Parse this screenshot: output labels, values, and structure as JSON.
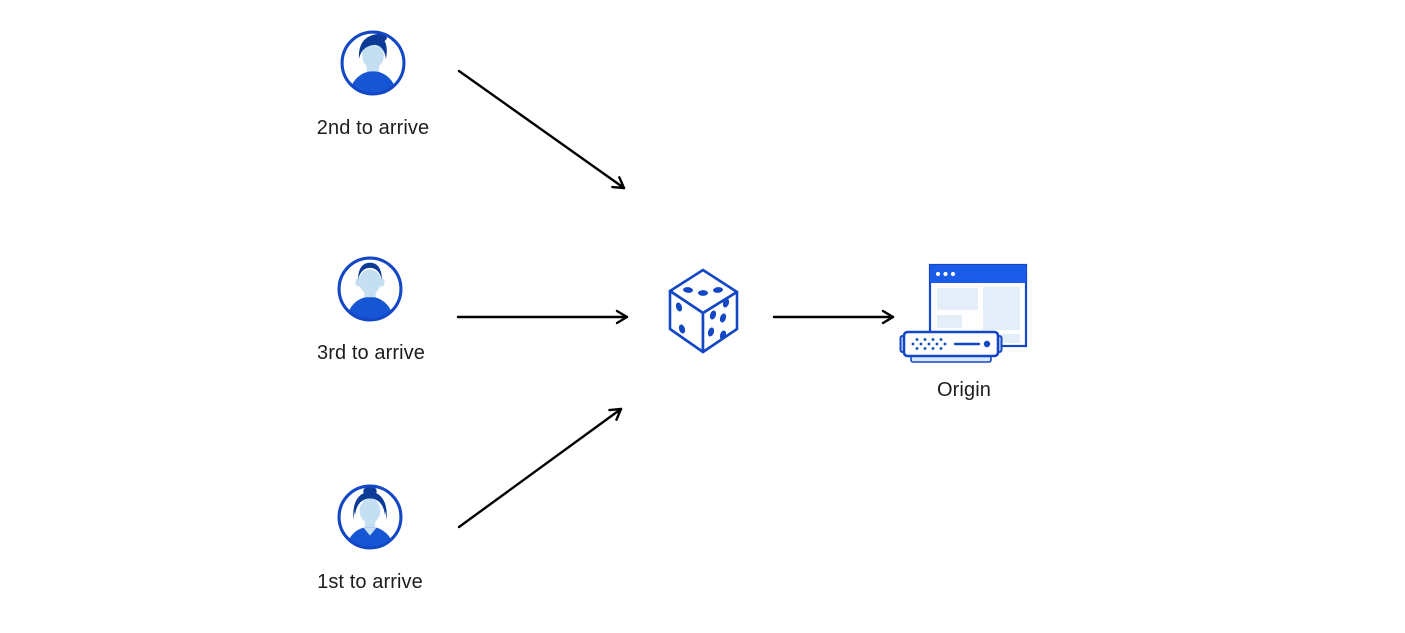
{
  "page": {
    "background": "#FFFFFF",
    "description": "Flow diagram: three visitors arriving in different order are routed through a dice (random selection) to a single Origin server"
  },
  "colors": {
    "primary-blue": "#1347C5",
    "titlebar-blue": "#1A5BE8",
    "light-blue": "#E4EEF9",
    "lighter-blue": "#D7E8F8",
    "face-blue": "#C4DEF2",
    "hair-navy": "#0B3B96",
    "shirt-blue": "#1655D4",
    "text-ink": "#1D1D1F",
    "arrow-black": "#000000"
  },
  "diagram": {
    "nodes": [
      {
        "id": "visitor-2nd",
        "label": "2nd to arrive",
        "icon": "user-avatar-male-quiff-icon"
      },
      {
        "id": "visitor-3rd",
        "label": "3rd to arrive",
        "icon": "user-avatar-male-short-hair-icon"
      },
      {
        "id": "visitor-1st",
        "label": "1st to arrive",
        "icon": "user-avatar-female-bun-icon"
      },
      {
        "id": "randomizer",
        "label": "",
        "icon": "dice-icon"
      },
      {
        "id": "origin",
        "label": "Origin",
        "icon": "origin-server-browser-icon"
      }
    ],
    "edges": [
      {
        "from": "visitor-2nd",
        "to": "randomizer"
      },
      {
        "from": "visitor-3rd",
        "to": "randomizer"
      },
      {
        "from": "visitor-1st",
        "to": "randomizer"
      },
      {
        "from": "randomizer",
        "to": "origin"
      }
    ]
  }
}
